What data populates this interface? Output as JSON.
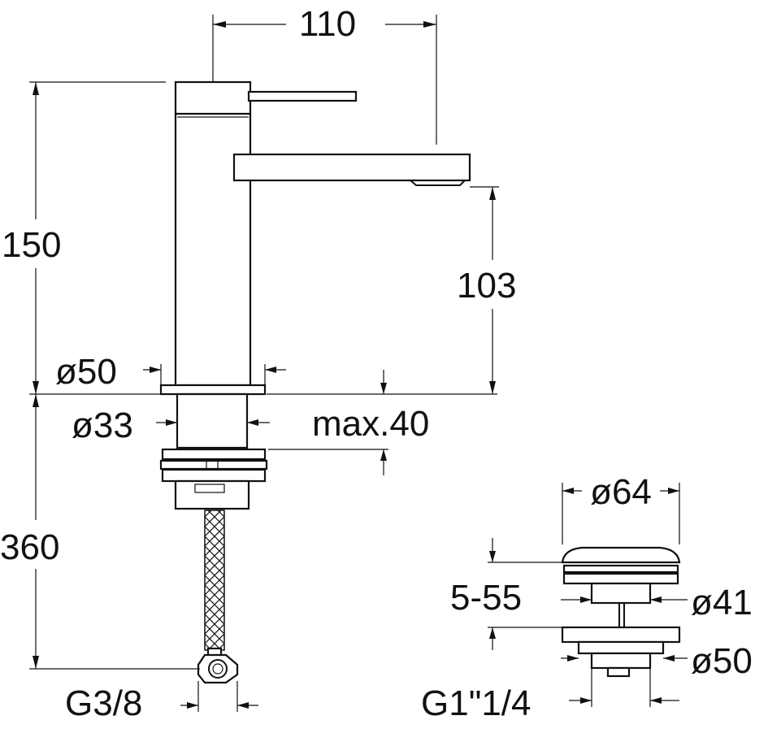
{
  "drawing": {
    "dimensions": {
      "spout_reach": "110",
      "total_height": "150",
      "spout_height": "103",
      "base_diameter": "ø50",
      "shank_diameter": "ø33",
      "max_deck_thickness": "max.40",
      "hose_length": "360",
      "hose_connection": "G3/8"
    },
    "waste": {
      "cap_diameter": "ø64",
      "cap_stroke": "5-55",
      "neck_diameter": "ø41",
      "flange_diameter": "ø50",
      "thread": "G1\"1/4"
    }
  }
}
